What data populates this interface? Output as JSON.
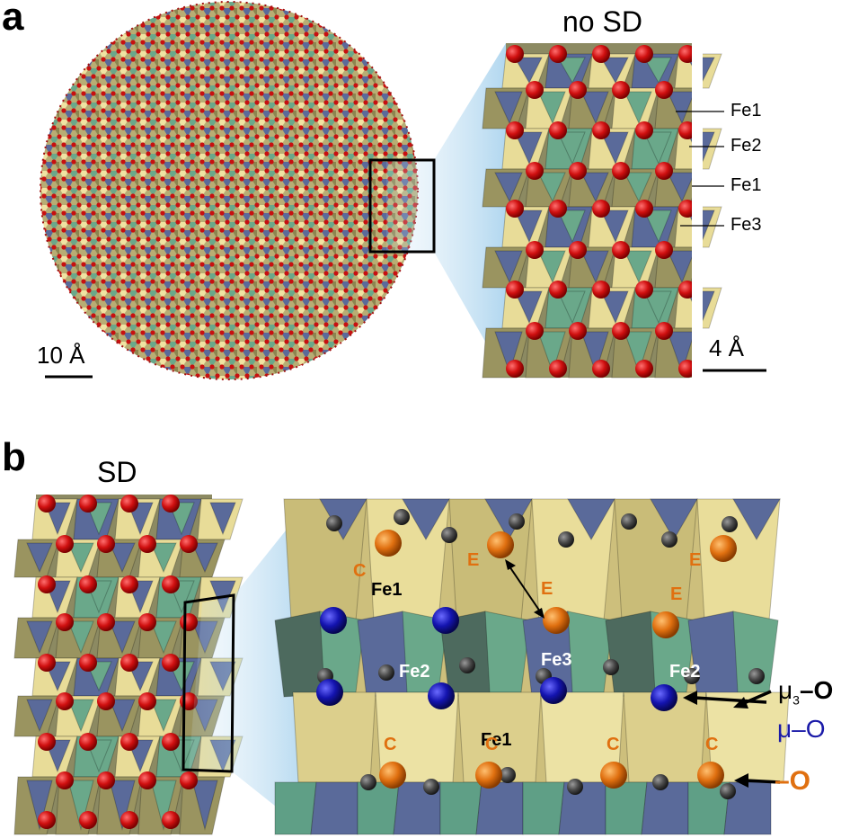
{
  "panel_a": {
    "letter": "a",
    "title": "no SD",
    "scale_left": "10 Å",
    "scale_right": "4 Å",
    "labels": [
      "Fe1",
      "Fe2",
      "Fe1",
      "Fe3"
    ]
  },
  "panel_b": {
    "letter": "b",
    "title": "SD",
    "fe_labels": [
      "Fe1",
      "Fe2",
      "Fe3",
      "Fe2",
      "Fe1"
    ],
    "site_top": [
      "C",
      "E",
      "E",
      "E"
    ],
    "site_bottom": [
      "C",
      "C",
      "C",
      "C"
    ],
    "legend_mu3": "μ",
    "legend_mu3_sub": "3",
    "legend_mu3_rest": "–O",
    "legend_mu": "μ–O",
    "legend_o": "–O"
  },
  "colors": {
    "oxygen_red": "#cc1010",
    "mu_blue": "#1a1aa8",
    "terminal_orange": "#e07010",
    "mu3_gray": "#555555",
    "poly_yellow": "#e8dc98",
    "poly_olive": "#9a9460",
    "poly_green": "#6aa88a",
    "poly_blue": "#5a6a9a",
    "zoom_blue": "#9ccbe8"
  }
}
